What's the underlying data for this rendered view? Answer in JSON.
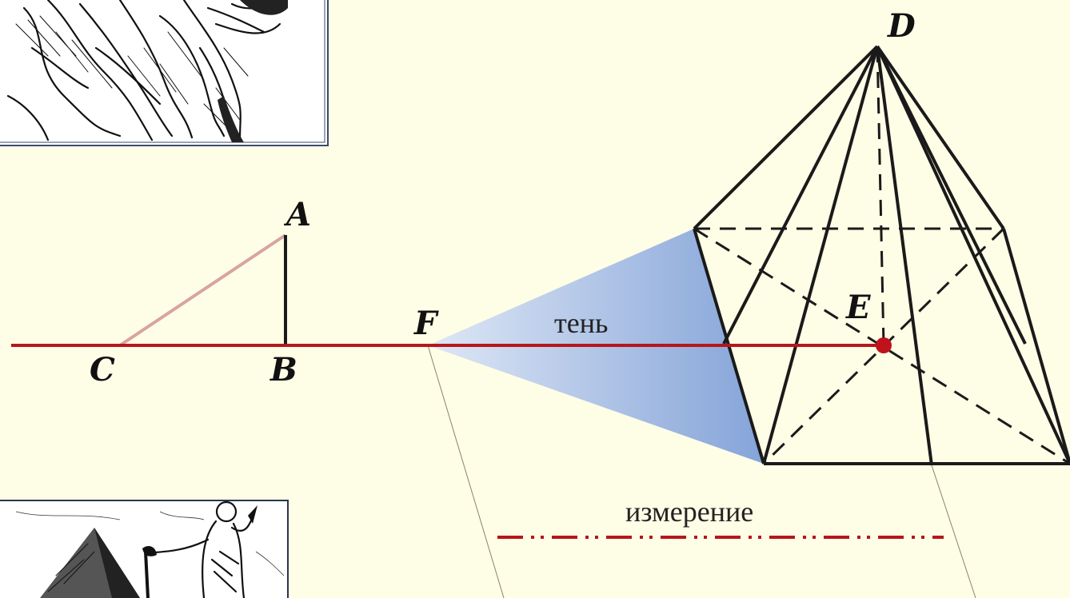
{
  "points": {
    "A": "A",
    "B": "B",
    "C": "C",
    "D": "D",
    "E": "E",
    "F": "F"
  },
  "labels": {
    "shadow": "тень",
    "measurement": "измерение"
  },
  "colors": {
    "background": "#fefde6",
    "ground_line": "#b5171c",
    "shadow_fill": "#7e9fd8",
    "rod_shadow_line": "#d9a4a0",
    "edges": "#1a1a1a",
    "dash_dot_line": "#b5171c",
    "apex_marker": "#c0121a"
  },
  "illustrations": [
    "engraving-portrait",
    "philosopher-measuring-pyramid-engraving"
  ]
}
